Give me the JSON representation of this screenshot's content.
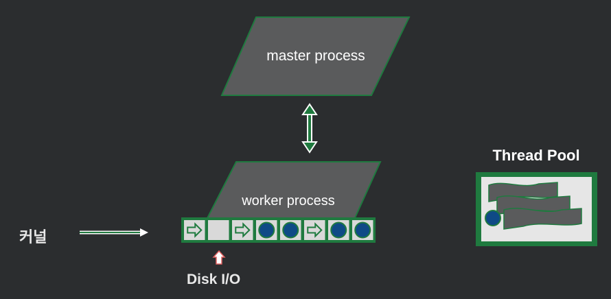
{
  "diagram": {
    "master_label": "master process",
    "worker_label": "worker process",
    "kernel_label": "커널",
    "disk_label": "Disk I/O",
    "thread_pool_label": "Thread Pool",
    "queue": [
      "arrow",
      "empty",
      "arrow",
      "circle",
      "circle",
      "arrow",
      "circle",
      "circle"
    ]
  },
  "colors": {
    "background": "#2b2d2f",
    "shape_fill": "#5a5b5c",
    "green": "#1f7a3f",
    "green_border": "#2a8a4a",
    "slot_fill": "#d9d9d9",
    "circle_fill": "#0f4a86",
    "disk_arrow": "#e06060"
  }
}
